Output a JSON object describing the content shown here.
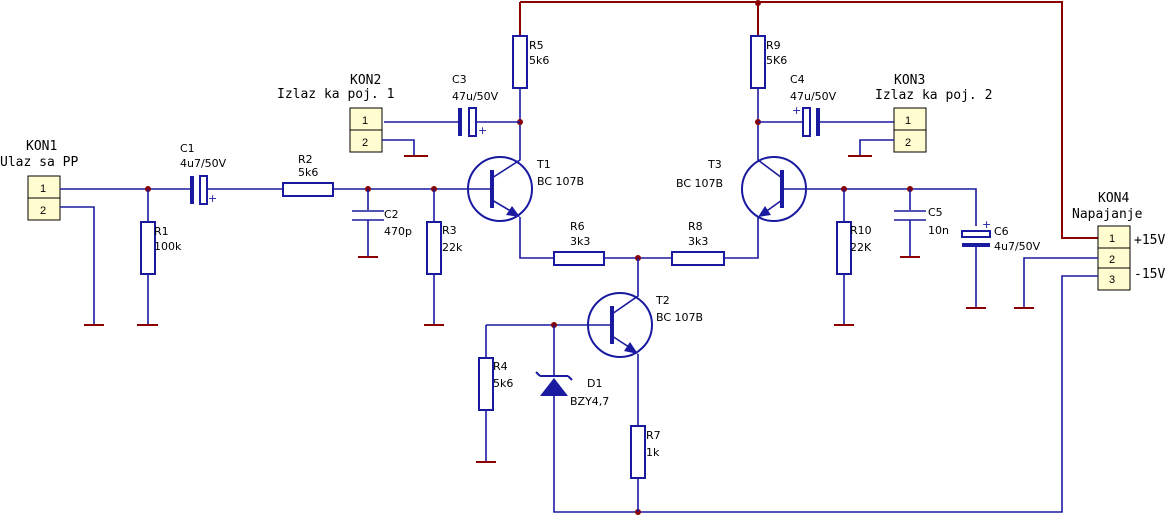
{
  "connectors": {
    "kon1": {
      "ref": "KON1",
      "name": "Ulaz sa PP",
      "pins": [
        "1",
        "2"
      ]
    },
    "kon2": {
      "ref": "KON2",
      "name": "Izlaz ka poj. 1",
      "pins": [
        "1",
        "2"
      ]
    },
    "kon3": {
      "ref": "KON3",
      "name": "Izlaz ka poj. 2",
      "pins": [
        "1",
        "2"
      ]
    },
    "kon4": {
      "ref": "KON4",
      "name": "Napajanje",
      "pins": [
        "1",
        "2",
        "3"
      ],
      "plus": "+15V",
      "minus": "-15V"
    }
  },
  "components": {
    "c1": {
      "ref": "C1",
      "value": "4u7/50V"
    },
    "c2": {
      "ref": "C2",
      "value": "470p"
    },
    "c3": {
      "ref": "C3",
      "value": "47u/50V"
    },
    "c4": {
      "ref": "C4",
      "value": "47u/50V"
    },
    "c5": {
      "ref": "C5",
      "value": "10n"
    },
    "c6": {
      "ref": "C6",
      "value": "4u7/50V"
    },
    "r1": {
      "ref": "R1",
      "value": "100k"
    },
    "r2": {
      "ref": "R2",
      "value": "5k6"
    },
    "r3": {
      "ref": "R3",
      "value": "22k"
    },
    "r4": {
      "ref": "R4",
      "value": "5k6"
    },
    "r5": {
      "ref": "R5",
      "value": "5k6"
    },
    "r6": {
      "ref": "R6",
      "value": "3k3"
    },
    "r7": {
      "ref": "R7",
      "value": "1k"
    },
    "r8": {
      "ref": "R8",
      "value": "3k3"
    },
    "r9": {
      "ref": "R9",
      "value": "5K6"
    },
    "r10": {
      "ref": "R10",
      "value": "22K"
    },
    "t1": {
      "ref": "T1",
      "value": "BC 107B"
    },
    "t2": {
      "ref": "T2",
      "value": "BC 107B"
    },
    "t3": {
      "ref": "T3",
      "value": "BC 107B"
    },
    "d1": {
      "ref": "D1",
      "value": "BZY4,7"
    }
  },
  "colors": {
    "wire": "#1a1aa0",
    "ground": "#8b0000",
    "connector_fill": "#fffdd0"
  }
}
